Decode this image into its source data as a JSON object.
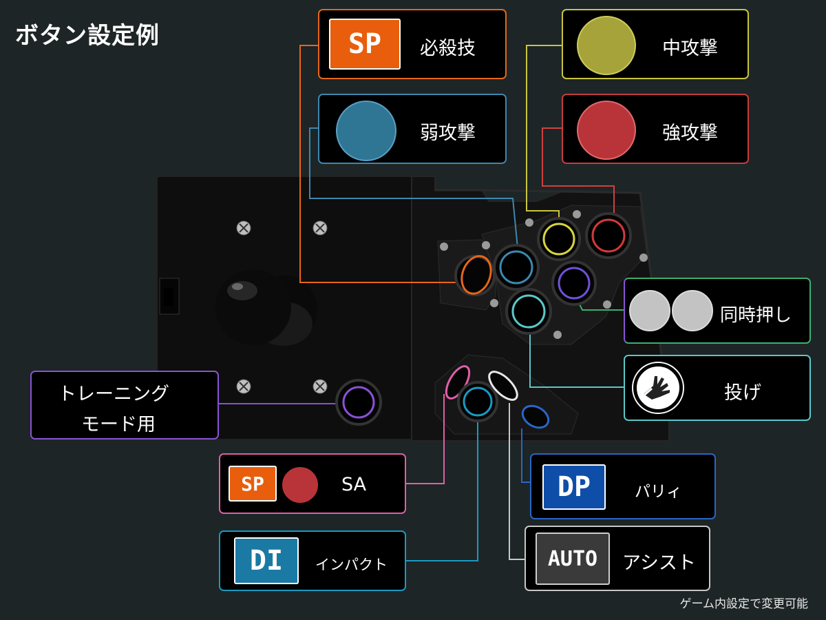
{
  "title": "ボタン設定例",
  "footnote": "ゲーム内設定で変更可能",
  "colors": {
    "background": "#1e2526",
    "sp_orange": "#e85e0c",
    "weak_blue": "#2f7594",
    "medium_yellow": "#a6a33a",
    "strong_red": "#b93438",
    "simultaneous_grey": "#c3c3c3",
    "throw_cyan": "#5cc7c9",
    "training_purple": "#8a52d6",
    "sa_pink": "#e05fa9",
    "di_blue": "#1a7aa3",
    "dp_blue": "#0e4ea8",
    "auto_grey": "#3a3a3a"
  },
  "labels": {
    "special": {
      "badge": "SP",
      "text": "必殺技"
    },
    "weak": {
      "text": "弱攻撃"
    },
    "medium": {
      "text": "中攻撃"
    },
    "strong": {
      "text": "強攻撃"
    },
    "simultaneous": {
      "text": "同時押し"
    },
    "throw": {
      "icon": "hand-icon",
      "text": "投げ"
    },
    "training": {
      "line1": "トレーニング",
      "line2": "モード用"
    },
    "sa": {
      "badge": "SP",
      "text": "SA"
    },
    "parry": {
      "badge": "DP",
      "text": "パリィ"
    },
    "impact": {
      "badge": "DI",
      "text": "インパクト"
    },
    "assist": {
      "badge": "AUTO",
      "text": "アシスト"
    }
  }
}
